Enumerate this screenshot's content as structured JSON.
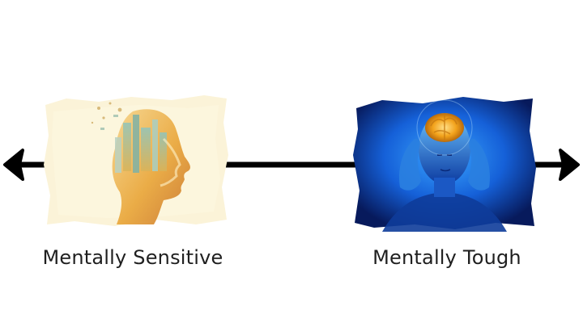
{
  "diagram": {
    "left_end": {
      "label": "Mentally Sensitive",
      "image": "profile-head-double-exposure",
      "palette": [
        "#fbf4dc",
        "#e8a93a",
        "#7fb7a8"
      ]
    },
    "right_end": {
      "label": "Mentally Tough",
      "image": "glowing-brain-head",
      "palette": [
        "#0b1e6b",
        "#1f8cff",
        "#f2a21b"
      ]
    },
    "connector": {
      "icon": "double-headed-arrow",
      "color": "#000000"
    }
  }
}
